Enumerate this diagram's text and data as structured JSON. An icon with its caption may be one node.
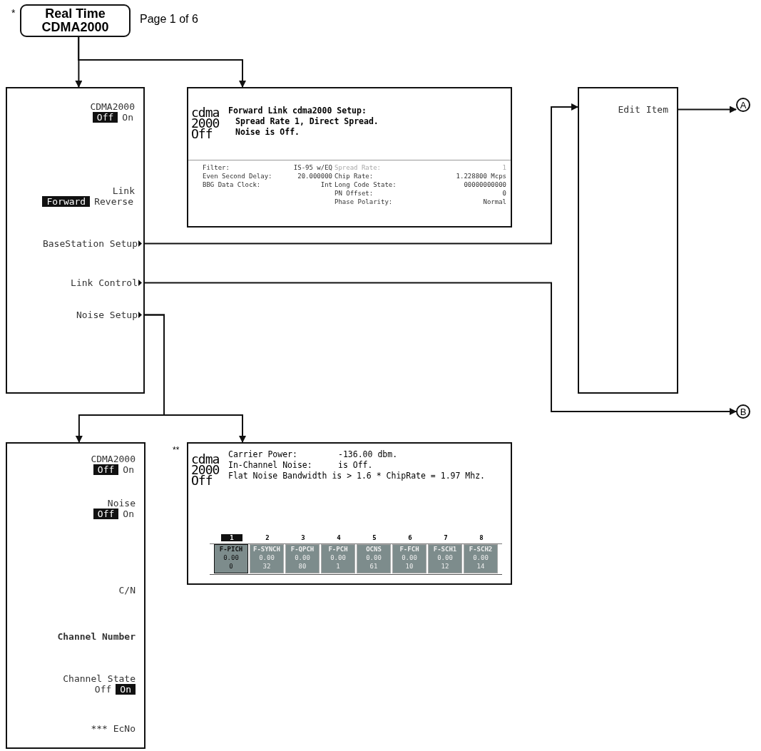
{
  "diagram": {
    "nodes": [
      {
        "text": [
          "Real Time CDMA2000"
        ],
        "beside": [
          "*",
          "Page 1 of 6"
        ]
      },
      {
        "text": [],
        "shape": "box"
      },
      {
        "text": [
          "CDMA2000",
          "Off",
          "On"
        ],
        "in": 1
      },
      {
        "text": [
          "Link",
          "Forward",
          "Reverse"
        ],
        "in": 1
      },
      {
        "text": [
          "BaseStation Setup"
        ],
        "in": 1
      },
      {
        "text": [
          "Link Control"
        ],
        "in": 1
      },
      {
        "text": [
          "Noise Setup"
        ],
        "in": 1
      },
      {
        "text": [
          "cdma 2000 Off",
          "Forward Link cdma2000 Setup:",
          "Spread Rate 1, Direct Spread.",
          "Noise is Off.",
          "Filter:",
          "IS-95 w/EQ",
          "Even Second Delay:",
          "20.000000",
          "BBG Data Clock:",
          "Int",
          "Spread Rate:",
          "1",
          "Chip Rate:",
          "1.228800 Mcps",
          "Long Code State:",
          "00000000000",
          "PN Offset:",
          "0",
          "Phase Polarity:",
          "Normal"
        ]
      },
      {
        "text": [],
        "shape": "box"
      },
      {
        "text": [
          "Edit Item"
        ],
        "in": 8
      },
      {
        "text": [
          "A"
        ]
      },
      {
        "text": [
          "B"
        ]
      },
      {
        "text": [],
        "shape": "box"
      },
      {
        "text": [
          "CDMA2000",
          "Off",
          "On"
        ],
        "in": 12
      },
      {
        "text": [
          "Noise",
          "Off",
          "On"
        ],
        "in": 12
      },
      {
        "text": [
          "C/N"
        ],
        "in": 12
      },
      {
        "text": [
          "Channel Number"
        ],
        "in": 12
      },
      {
        "text": [
          "Channel State",
          "Off",
          "On"
        ],
        "in": 12
      },
      {
        "text": [
          "*** EcNo"
        ],
        "in": 12
      },
      {
        "text": [
          "cdma 2000 Off",
          "Carrier Power:",
          "-136.00 dbm.",
          "In-Channel Noise:",
          "is Off.",
          "Flat Noise Bandwidth is > 1.6 * ChipRate = 1.97 Mhz.",
          "1",
          "2",
          "3",
          "4",
          "5",
          "6",
          "7",
          "8",
          "F-PICH",
          "0.00",
          "0",
          "F-SYNCH",
          "0.00",
          "32",
          "F-QPCH",
          "0.00",
          "80",
          "F-PCH",
          "0.00",
          "1",
          "OCNS",
          "0.00",
          "61",
          "F-FCH",
          "0.00",
          "10",
          "F-SCH1",
          "0.00",
          "12",
          "F-SCH2",
          "0.00",
          "14"
        ],
        "beside": [
          "**"
        ]
      }
    ],
    "edges": [
      {
        "from": 0,
        "to": 1,
        "arrow": "to"
      },
      {
        "from": 0,
        "to": 7,
        "arrow": "to"
      },
      {
        "from": 4,
        "to": 8,
        "arrow": "to"
      },
      {
        "from": 9,
        "to": 10,
        "arrow": "to"
      },
      {
        "from": 5,
        "to": 11,
        "arrow": "to"
      },
      {
        "from": 6,
        "to": 12,
        "arrow": "to"
      },
      {
        "from": 6,
        "to": 19,
        "arrow": "to"
      }
    ]
  }
}
